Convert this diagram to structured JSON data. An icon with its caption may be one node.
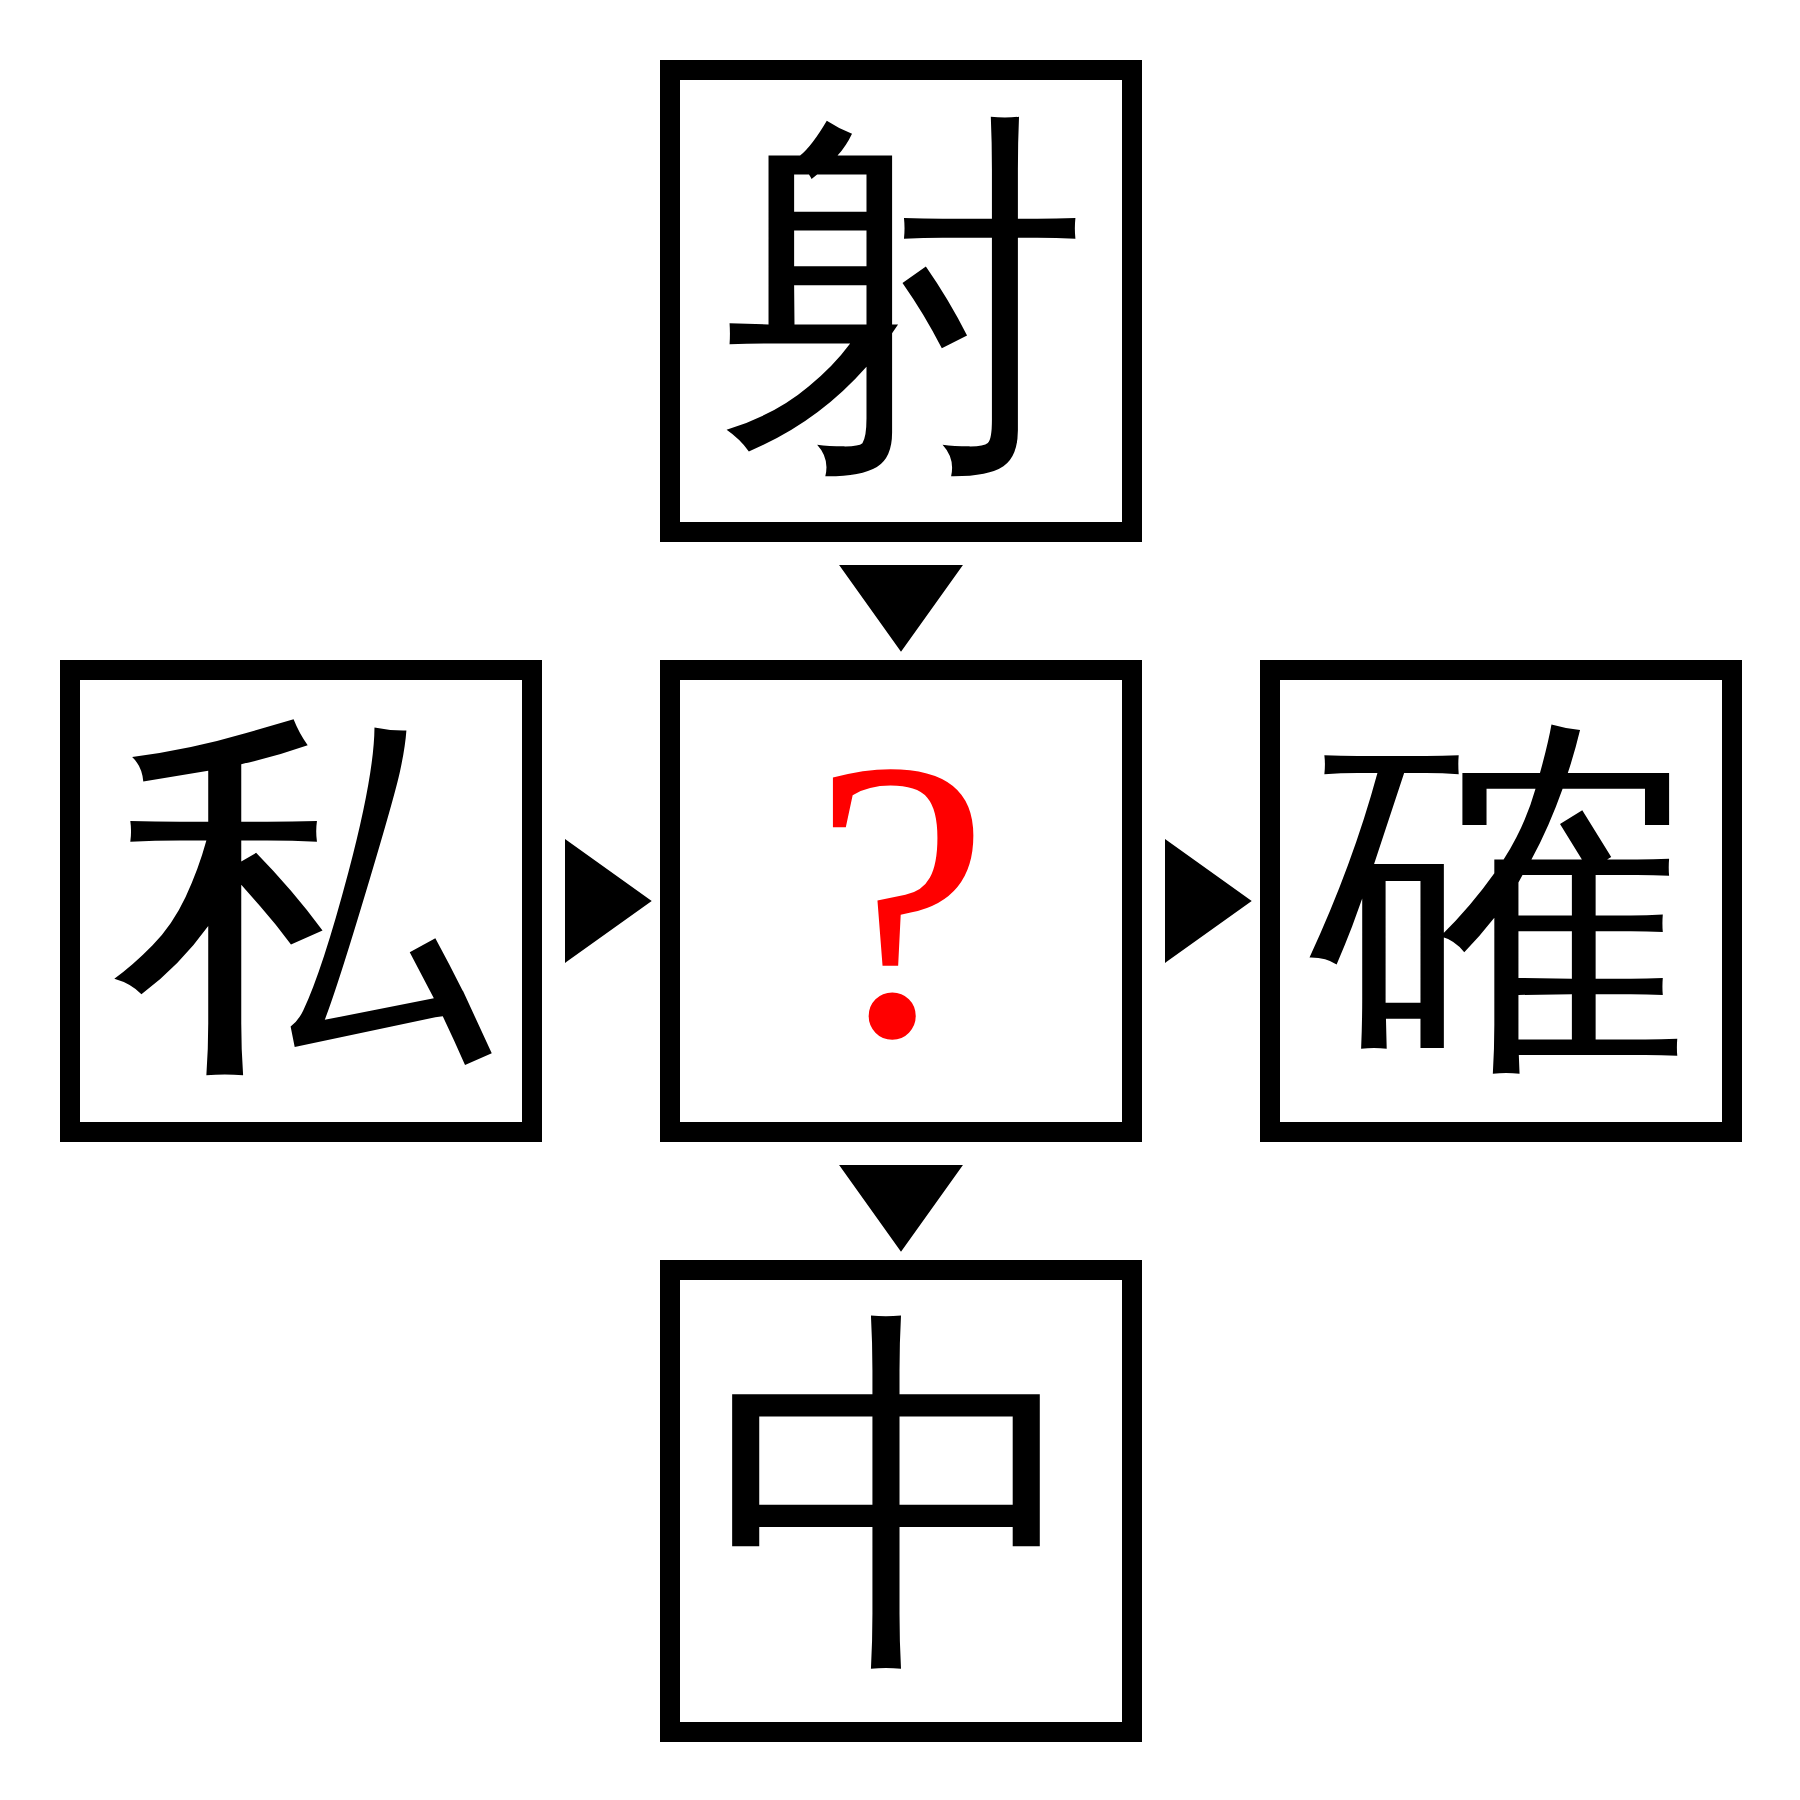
{
  "diagram": {
    "nodes": [
      {
        "text": [
          "射"
        ]
      },
      {
        "text": [
          "私"
        ]
      },
      {
        "text": [
          "?"
        ]
      },
      {
        "text": [
          "確"
        ]
      },
      {
        "text": [
          "中"
        ]
      }
    ],
    "edges": [
      {
        "from": 0,
        "to": 2,
        "arrow": "to"
      },
      {
        "from": 1,
        "to": 2,
        "arrow": "to"
      },
      {
        "from": 2,
        "to": 3,
        "arrow": "to"
      },
      {
        "from": 2,
        "to": 4,
        "arrow": "to"
      }
    ]
  }
}
